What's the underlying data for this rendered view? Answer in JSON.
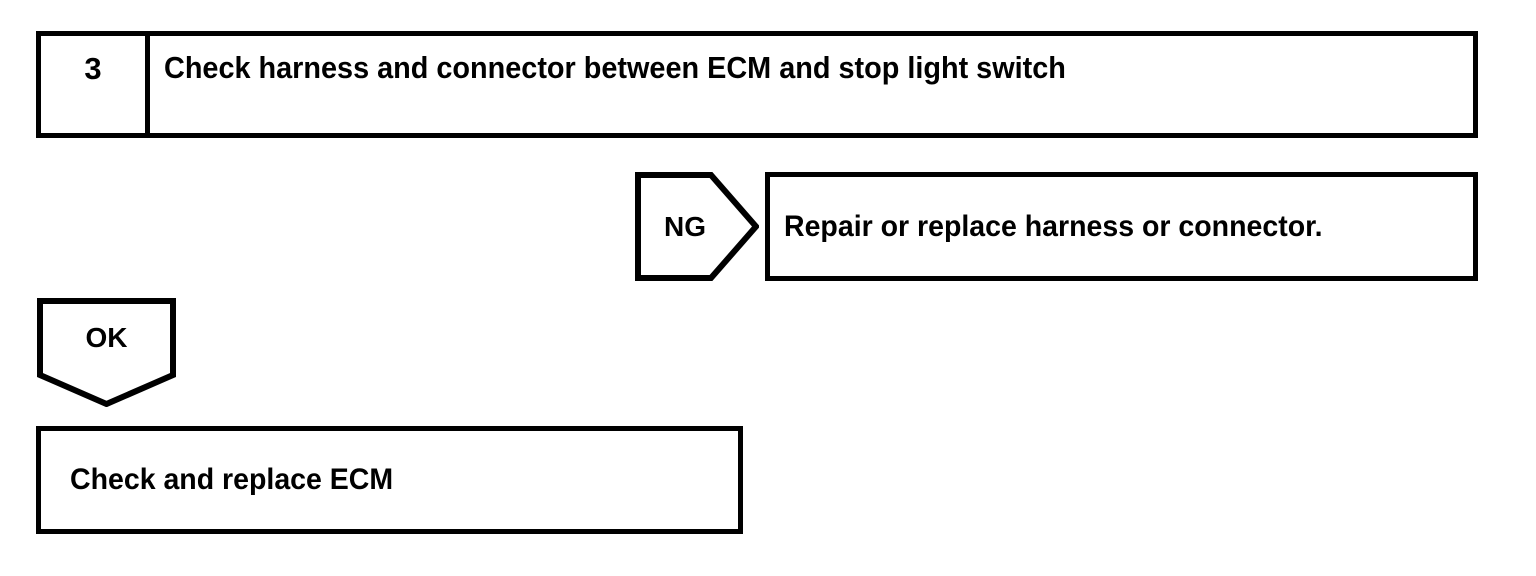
{
  "diagram": {
    "type": "troubleshooting-flowchart",
    "background_color": "#ffffff",
    "line_color": "#000000",
    "step": {
      "number": "3",
      "title": "Check harness and connector between ECM and stop light switch"
    },
    "branches": [
      {
        "tag": "NG",
        "tag_shape": "pentagon-arrow-right",
        "result": "Repair or replace harness or connector."
      },
      {
        "tag": "OK",
        "tag_shape": "pentagon-arrow-down",
        "result": "Check and replace ECM"
      }
    ],
    "ng_tag_label": "NG",
    "ng_result_label": "Repair or replace harness or connector.",
    "ok_tag_label": "OK",
    "final_action_label": "Check and replace ECM"
  }
}
